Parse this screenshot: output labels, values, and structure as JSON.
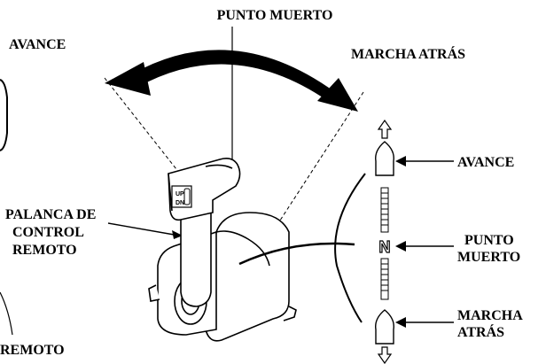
{
  "labels": {
    "neutral_top": "PUNTO MUERTO",
    "forward_top": "AVANCE",
    "reverse_top": "MARCHA ATRÁS",
    "lever_line1": "PALANCA DE",
    "lever_line2": "CONTROL",
    "lever_line3": "REMOTO",
    "forward_right": "AVANCE",
    "neutral_right_line1": "PUNTO",
    "neutral_right_line2": "MUERTO",
    "reverse_right_line1": "MARCHA",
    "reverse_right_line2": "ATRÁS",
    "bottom_left_partial": "REMOTO",
    "trim_up": "UP",
    "trim_dn": "DN",
    "indicator_neutral": "N"
  }
}
